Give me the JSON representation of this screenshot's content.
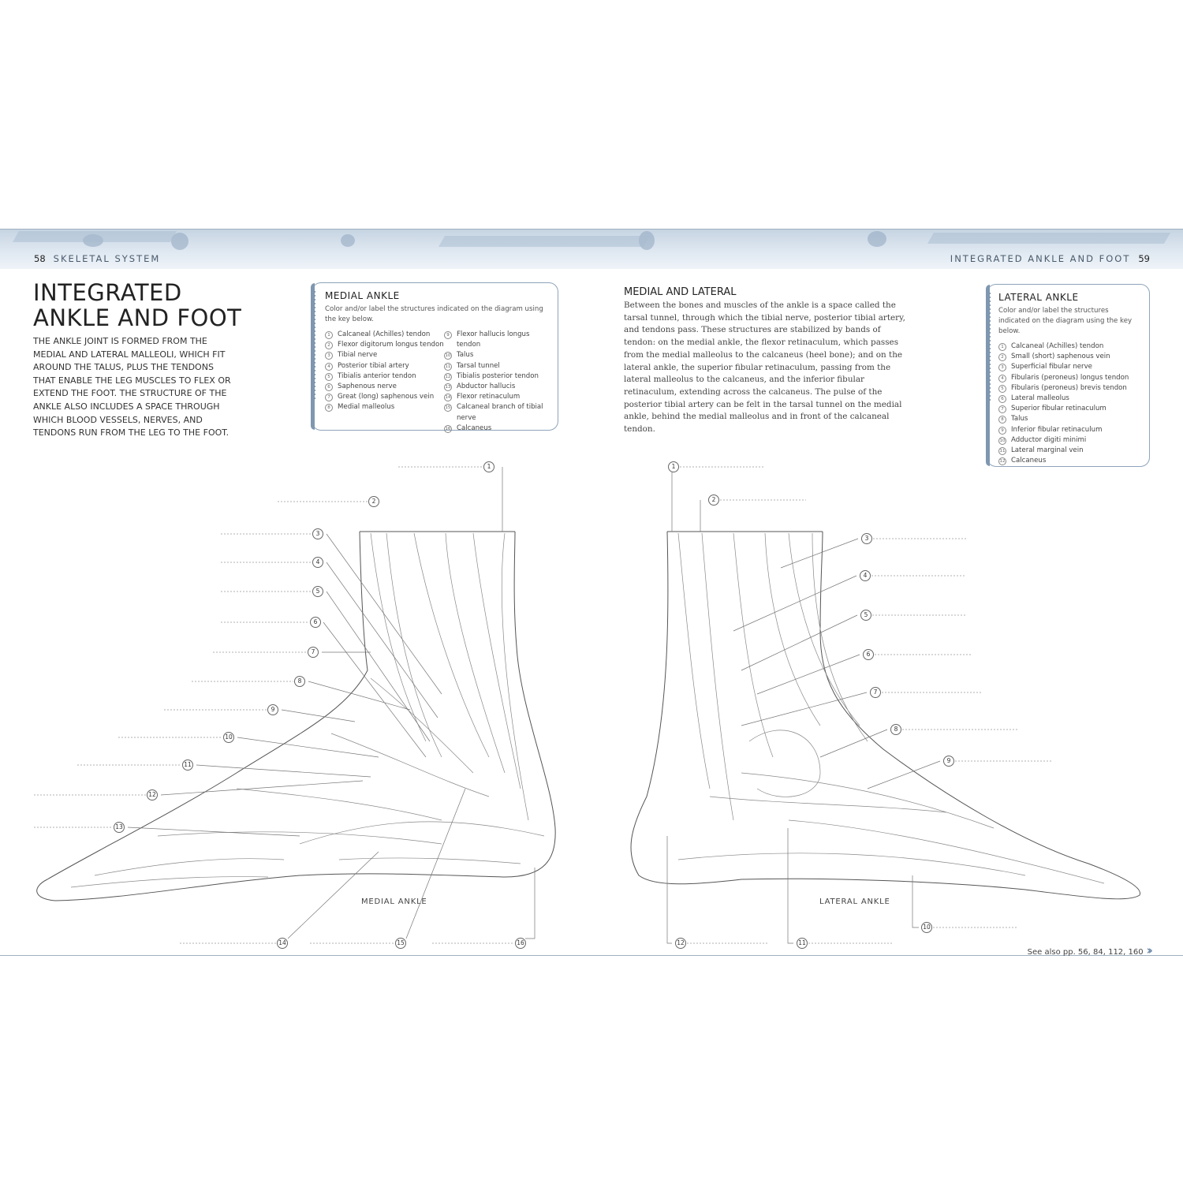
{
  "header": {
    "left_page_number": "58",
    "left_section": "SKELETAL SYSTEM",
    "right_section": "INTEGRATED ANKLE AND FOOT",
    "right_page_number": "59"
  },
  "title_line1": "INTEGRATED",
  "title_line2": "ANKLE AND FOOT",
  "intro": "THE ANKLE JOINT IS FORMED FROM THE MEDIAL AND LATERAL MALLEOLI, WHICH FIT AROUND THE TALUS, PLUS THE TENDONS THAT ENABLE THE LEG MUSCLES TO FLEX OR EXTEND THE FOOT. THE STRUCTURE OF THE ANKLE ALSO INCLUDES A SPACE THROUGH WHICH BLOOD VESSELS, NERVES, AND TENDONS RUN FROM THE LEG TO THE FOOT.",
  "medial_key": {
    "title": "MEDIAL ANKLE",
    "instructions": "Color and/or label the structures indicated on the diagram using the key below.",
    "items": [
      "Calcaneal (Achilles) tendon",
      "Flexor digitorum longus tendon",
      "Tibial nerve",
      "Posterior tibial artery",
      "Tibialis anterior tendon",
      "Saphenous nerve",
      "Great (long) saphenous vein",
      "Medial malleolus",
      "Flexor hallucis longus tendon",
      "Talus",
      "Tarsal tunnel",
      "Tibialis posterior tendon",
      "Abductor hallucis",
      "Flexor retinaculum",
      "Calcaneal branch of tibial nerve",
      "Calcaneus"
    ]
  },
  "essay": {
    "heading": "MEDIAL AND LATERAL",
    "body": "Between the bones and muscles of the ankle is a space called the tarsal tunnel, through which the tibial nerve, posterior tibial artery, and tendons pass. These structures are stabilized by bands of tendon: on the medial ankle, the flexor retinaculum, which passes from the medial malleolus to the calcaneus (heel bone); and on the lateral ankle, the superior fibular retinaculum, passing from the lateral malleolus to the calcaneus, and the inferior fibular retinaculum, extending across the calcaneus. The pulse of the posterior tibial artery can be felt in the tarsal tunnel on the medial ankle, behind the medial malleolus and in front of the calcaneal tendon."
  },
  "lateral_key": {
    "title": "LATERAL ANKLE",
    "instructions": "Color and/or label the structures indicated on the diagram using the key below.",
    "items": [
      "Calcaneal (Achilles) tendon",
      "Small (short) saphenous vein",
      "Superficial fibular nerve",
      "Fibularis (peroneus) longus tendon",
      "Fibularis (peroneus) brevis tendon",
      "Lateral malleolus",
      "Superior fibular retinaculum",
      "Talus",
      "Inferior fibular retinaculum",
      "Adductor digiti minimi",
      "Lateral marginal vein",
      "Calcaneus"
    ]
  },
  "diagrams": {
    "medial_label": "MEDIAL ANKLE",
    "lateral_label": "LATERAL ANKLE",
    "medial_callouts": [
      "1",
      "2",
      "3",
      "4",
      "5",
      "6",
      "7",
      "8",
      "9",
      "10",
      "11",
      "12",
      "13",
      "14",
      "15",
      "16"
    ],
    "lateral_callouts": [
      "1",
      "2",
      "3",
      "4",
      "5",
      "6",
      "7",
      "8",
      "9",
      "10",
      "11",
      "12"
    ]
  },
  "see_also": "See also pp. 56, 84, 112, 160",
  "colors": {
    "accent": "#7f97b0",
    "band": "#c6d4e2"
  }
}
